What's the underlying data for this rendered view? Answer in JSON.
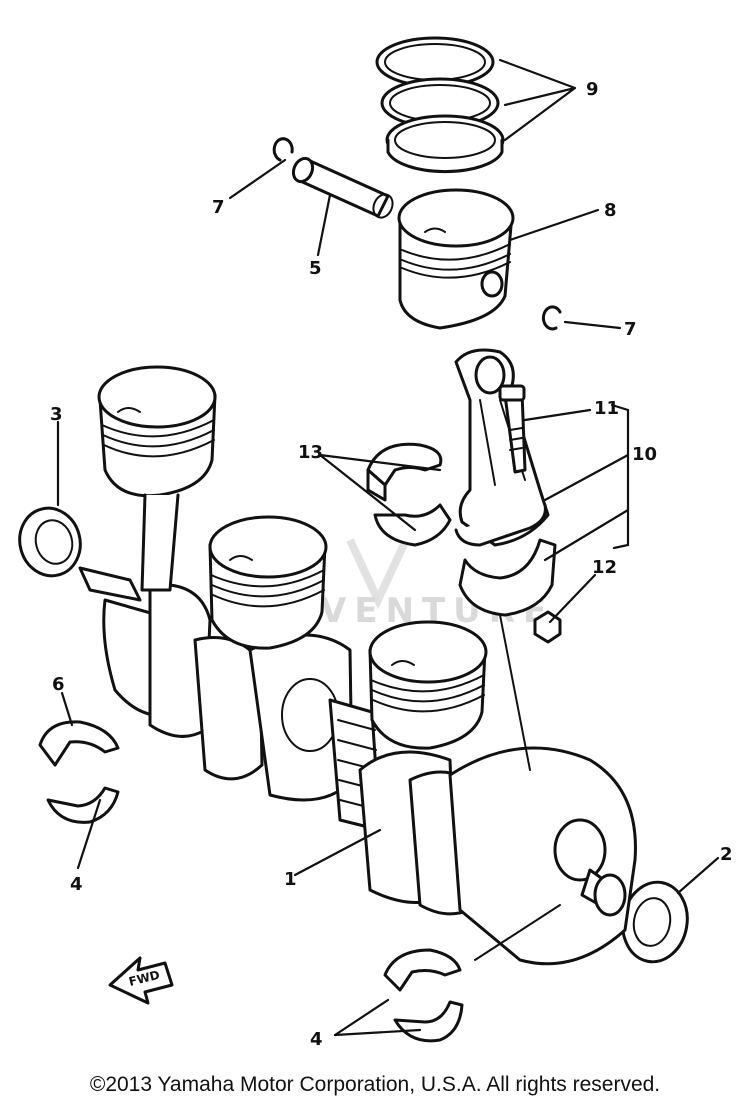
{
  "diagram": {
    "callouts": {
      "c1": "1",
      "c2": "2",
      "c3": "3",
      "c4a": "4",
      "c4b": "4",
      "c5": "5",
      "c6": "6",
      "c7a": "7",
      "c7b": "7",
      "c8": "8",
      "c9": "9",
      "c10": "10",
      "c11": "11",
      "c12": "12",
      "c13": "13"
    },
    "fwd_label": "FWD",
    "watermark": "VENTURE"
  },
  "footer": {
    "copyright": "©2013 Yamaha Motor Corporation, U.S.A. All rights reserved."
  }
}
